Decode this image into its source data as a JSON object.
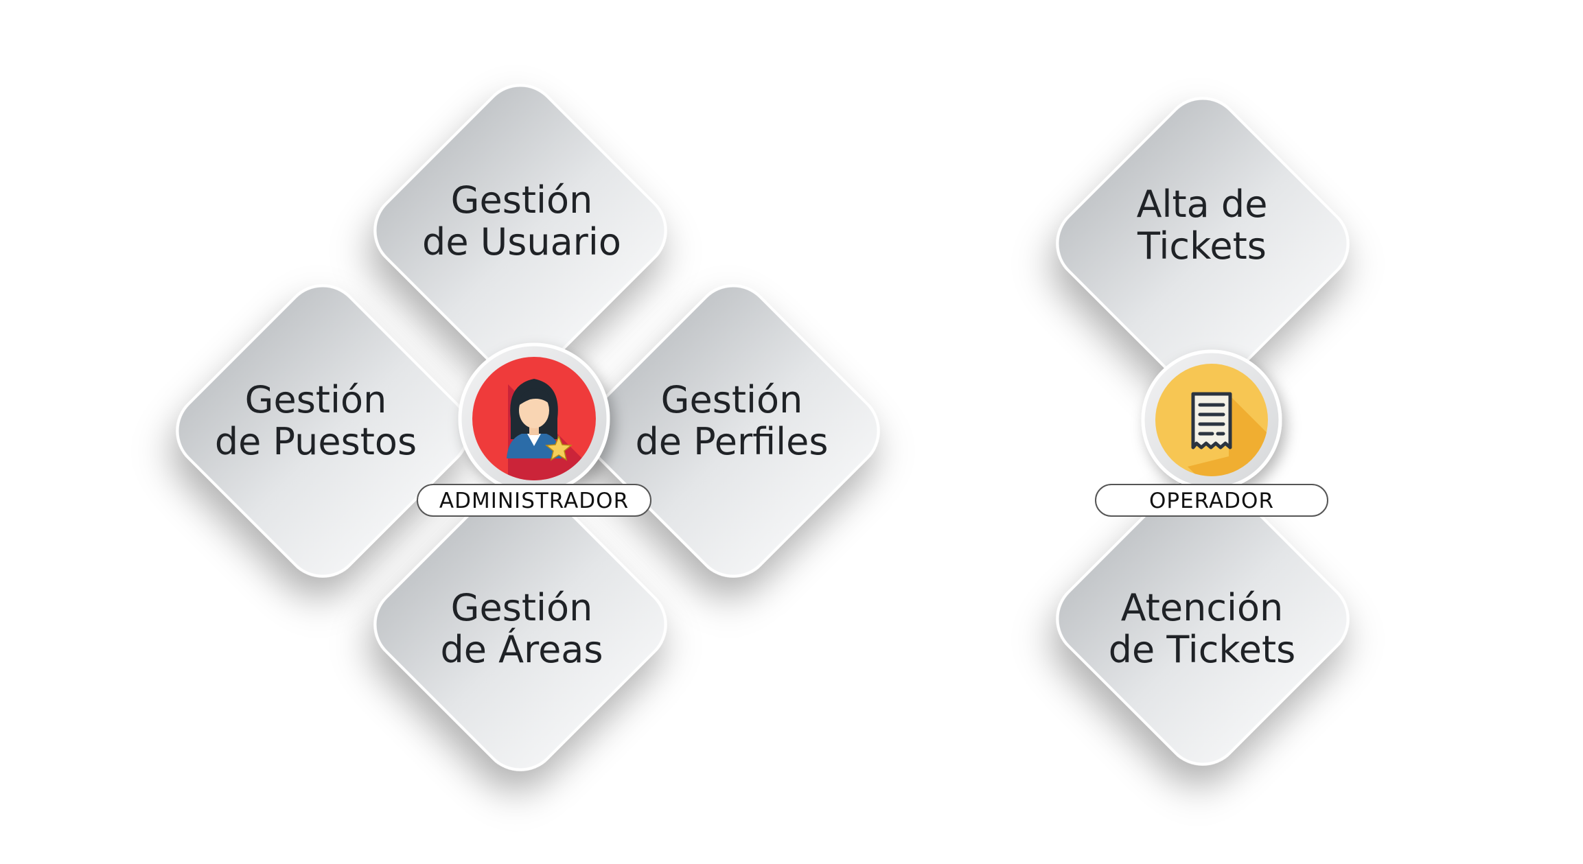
{
  "administrator": {
    "role_label": "ADMINISTRADOR",
    "icon": "admin-user-star-icon",
    "icon_color": "#ef3b3b",
    "tiles": {
      "top": {
        "line1": "Gestión",
        "line2": "de Usuario"
      },
      "left": {
        "line1": "Gestión",
        "line2": "de Puestos"
      },
      "right": {
        "line1": "Gestión",
        "line2": "de Perfiles"
      },
      "bottom": {
        "line1": "Gestión",
        "line2": "de Áreas"
      }
    }
  },
  "operator": {
    "role_label": "OPERADOR",
    "icon": "ticket-receipt-icon",
    "icon_color": "#f7c653",
    "tiles": {
      "top": {
        "line1": "Alta de",
        "line2": "Tickets"
      },
      "bottom": {
        "line1": "Atención",
        "line2": "de Tickets"
      }
    }
  }
}
